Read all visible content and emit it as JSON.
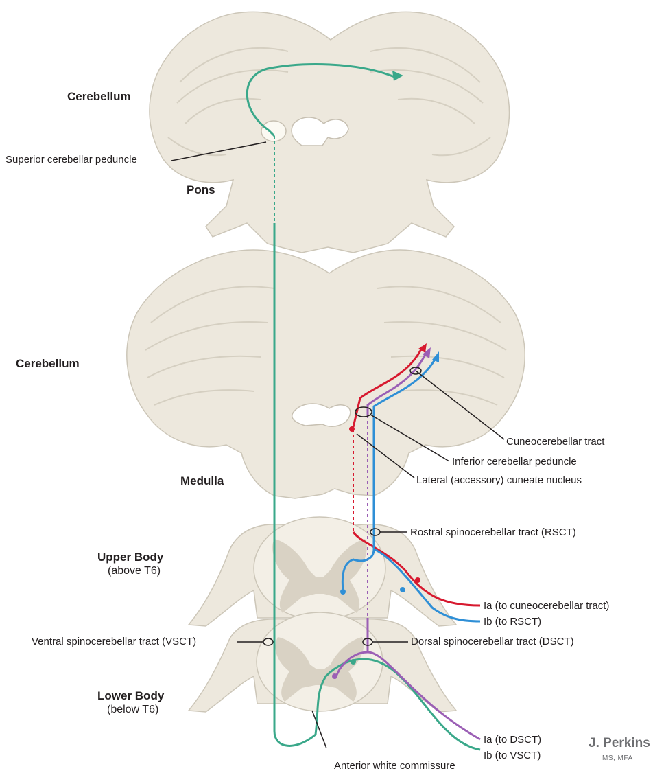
{
  "regions": {
    "cerebellum_top": "Cerebellum",
    "pons": "Pons",
    "cerebellum_mid": "Cerebellum",
    "medulla": "Medulla",
    "upper_body": "Upper Body",
    "upper_body_sub": "(above T6)",
    "lower_body": "Lower Body",
    "lower_body_sub": "(below T6)"
  },
  "labels": {
    "superior_peduncle": "Superior cerebellar peduncle",
    "cuneocerebellar_tract": "Cuneocerebellar tract",
    "inferior_peduncle": "Inferior cerebellar peduncle",
    "lateral_cuneate": "Lateral (accessory) cuneate nucleus",
    "rsct": "Rostral spinocerebellar tract (RSCT)",
    "ia_cuneo": "Ia (to cuneocerebellar tract)",
    "ib_rsct": "Ib (to RSCT)",
    "vsct": "Ventral spinocerebellar tract (VSCT)",
    "dsct": "Dorsal spinocerebellar tract (DSCT)",
    "ia_dsct": "Ia (to DSCT)",
    "ib_vsct": "Ib (to VSCT)",
    "anterior_commissure": "Anterior white commissure"
  },
  "signature": {
    "name": "J. Perkins",
    "credentials": "MS, MFA"
  },
  "colors": {
    "tissue": "#ede8dd",
    "tissue_edge": "#ccc6b8",
    "gray_matter": "#d9d2c4",
    "green_pathway": "#3aa88a",
    "red_pathway": "#d7192f",
    "purple_pathway": "#9b5fb5",
    "blue_pathway": "#2f8fd6",
    "leader_line": "#231f20"
  }
}
